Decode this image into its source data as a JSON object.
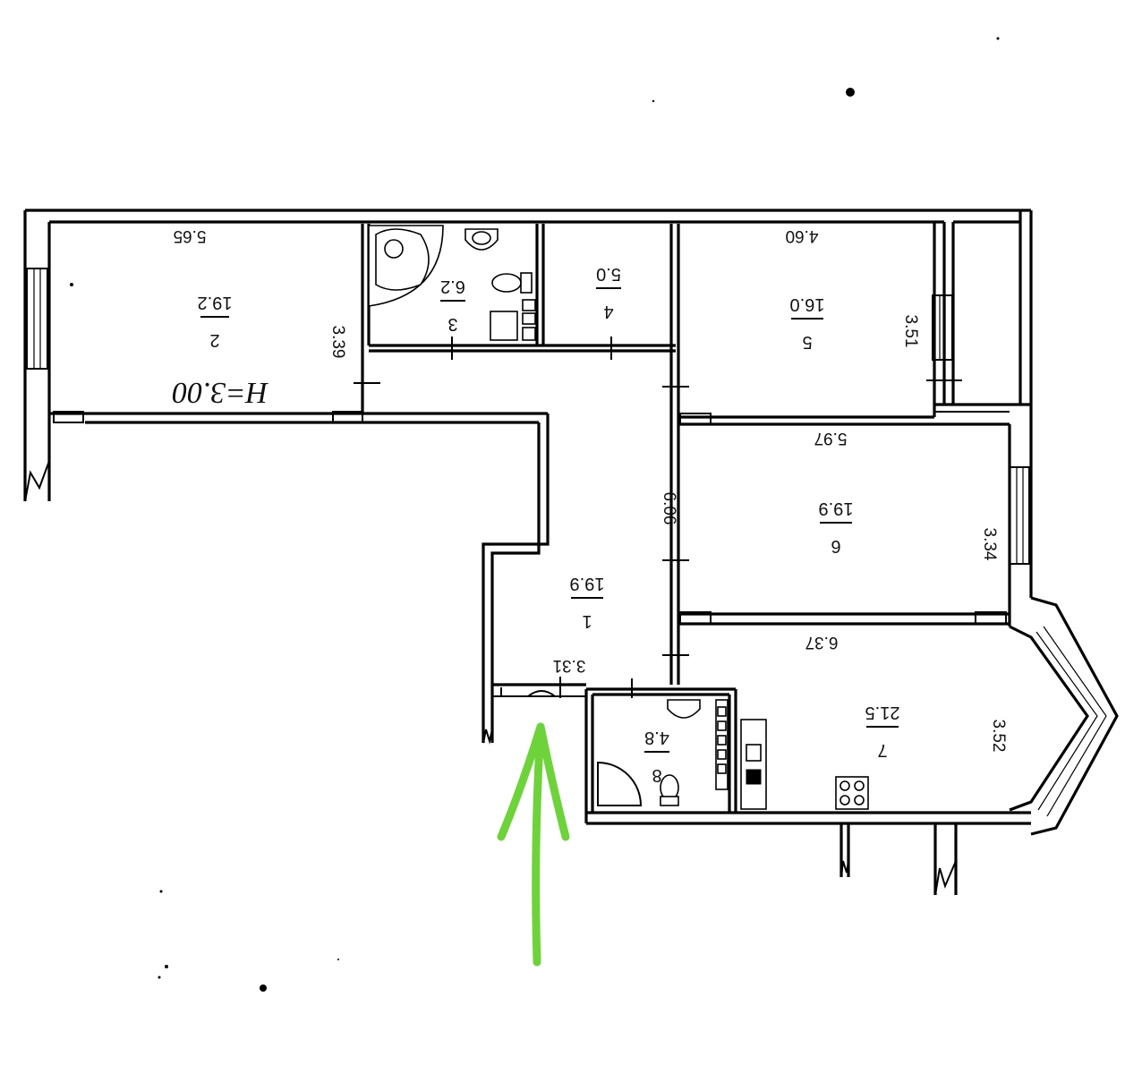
{
  "plan": {
    "ceiling_height_label": "H=3.00",
    "rooms": [
      {
        "id": "room-1",
        "number": "1",
        "area": "19.9"
      },
      {
        "id": "room-2",
        "number": "2",
        "area": "19.2"
      },
      {
        "id": "room-3",
        "number": "3",
        "area": "6.2"
      },
      {
        "id": "room-4",
        "number": "4",
        "area": "5.0"
      },
      {
        "id": "room-5",
        "number": "5",
        "area": "16.0"
      },
      {
        "id": "room-6",
        "number": "6",
        "area": "19.9"
      },
      {
        "id": "room-7",
        "number": "7",
        "area": "21.5"
      },
      {
        "id": "room-8",
        "number": "8",
        "area": "4.8"
      }
    ],
    "dimensions": [
      {
        "id": "dim-room2-width",
        "value": "5.65"
      },
      {
        "id": "dim-room2-depth",
        "value": "3.39"
      },
      {
        "id": "dim-room5-width",
        "value": "4.60"
      },
      {
        "id": "dim-room5-depth",
        "value": "3.51"
      },
      {
        "id": "dim-room6-width",
        "value": "5.97"
      },
      {
        "id": "dim-room6-depth",
        "value": "3.34"
      },
      {
        "id": "dim-hall-length",
        "value": "6.06"
      },
      {
        "id": "dim-hall-width",
        "value": "3.31"
      },
      {
        "id": "dim-room7-width",
        "value": "6.37"
      },
      {
        "id": "dim-room7-depth",
        "value": "3.52"
      }
    ],
    "annotation": {
      "type": "hand-drawn arrow",
      "color": "#6ed33a",
      "points_to": "entrance"
    }
  }
}
